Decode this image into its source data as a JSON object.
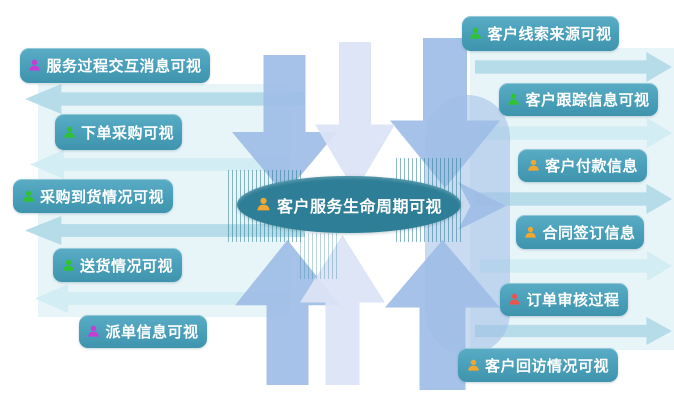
{
  "title": "客户服务生命周期可视",
  "center": {
    "label": "客户服务生命周期可视",
    "icon": "person-icon",
    "icon_color": "#f2a72e",
    "bg_color": "#2d7e96"
  },
  "left_items": [
    {
      "label": "服务过程交互消息可视",
      "icon": "person-icon",
      "icon_color": "#c73bd6"
    },
    {
      "label": "下单采购可视",
      "icon": "person-icon",
      "icon_color": "#2fc42f"
    },
    {
      "label": "采购到货情况可视",
      "icon": "person-icon",
      "icon_color": "#2fc42f"
    },
    {
      "label": "送货情况可视",
      "icon": "person-icon",
      "icon_color": "#2fc42f"
    },
    {
      "label": "派单信息可视",
      "icon": "person-icon",
      "icon_color": "#c73bd6"
    }
  ],
  "right_items": [
    {
      "label": "客户线索来源可视",
      "icon": "person-icon",
      "icon_color": "#2fc42f"
    },
    {
      "label": "客户跟踪信息可视",
      "icon": "person-icon",
      "icon_color": "#2fc42f"
    },
    {
      "label": "客户付款信息",
      "icon": "person-icon",
      "icon_color": "#f2a72e"
    },
    {
      "label": "合同签订信息",
      "icon": "person-icon",
      "icon_color": "#f2a72e"
    },
    {
      "label": "订单审核过程",
      "icon": "person-icon",
      "icon_color": "#e8554f"
    },
    {
      "label": "客户回访情况可视",
      "icon": "person-icon",
      "icon_color": "#f2a72e"
    }
  ],
  "palette": {
    "node_fill_top": "#5aacc4",
    "node_fill_bottom": "#3f93ad",
    "center_fill": "#2d7e96",
    "teal_arrow": "#b2dae7",
    "teal_arrow_light": "#d1ecf2",
    "blue_arrow": "#9ebde6",
    "blue_arrow_light": "#dbe4f6",
    "stripe_color": "#2e7f96",
    "text_color": "#ffffff"
  }
}
